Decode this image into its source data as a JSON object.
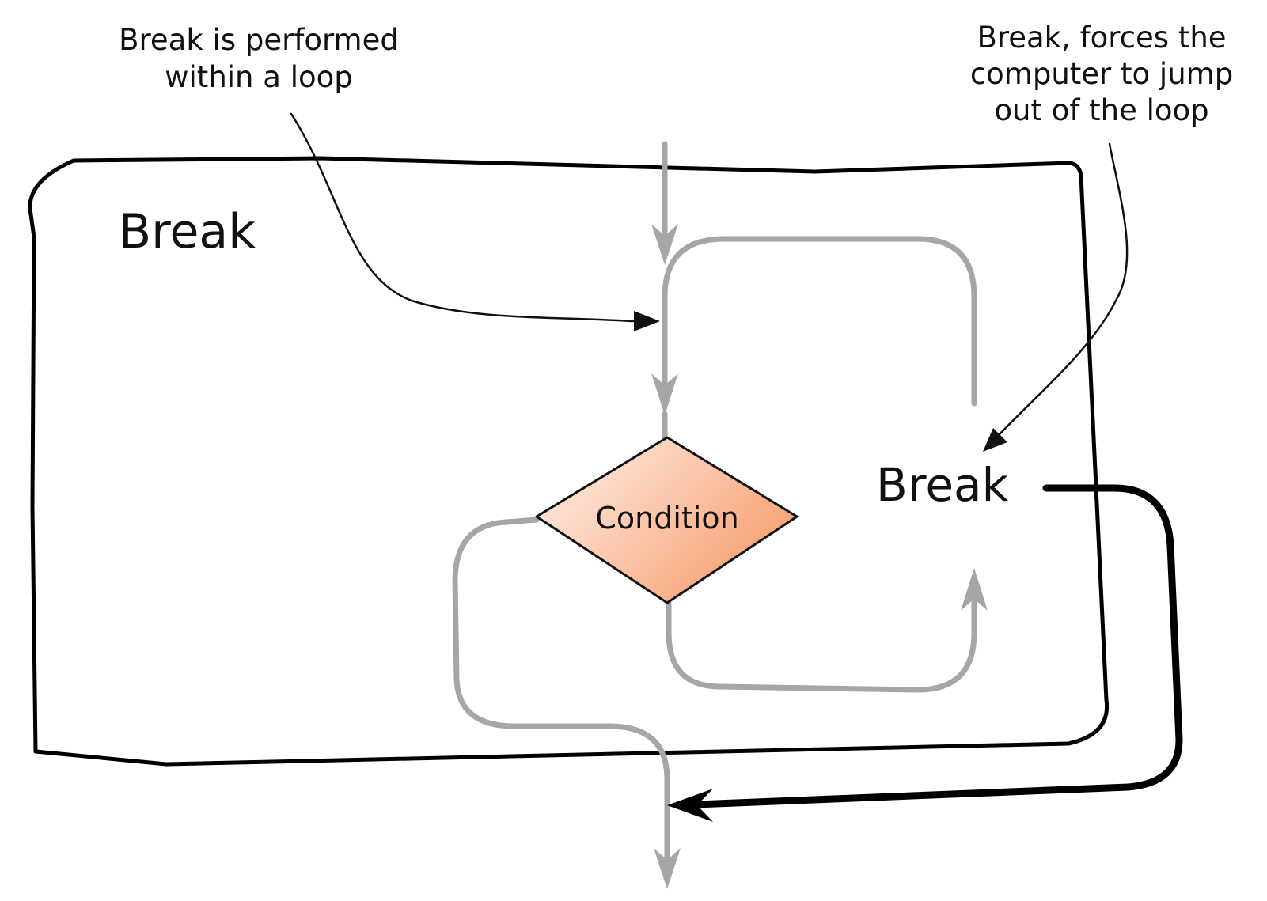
{
  "diagram": {
    "container_label": "Break",
    "break_statement_label": "Break",
    "decision_label": "Condition",
    "annotation_left": [
      "Break is performed",
      "within a loop"
    ],
    "annotation_right": [
      "Break, forces the",
      "computer to jump",
      "out of the loop"
    ]
  },
  "colors": {
    "loop_flow": "#a6a6a6",
    "outline": "#000000",
    "decision_fill_light": "#fff1ea",
    "decision_fill_dark": "#f7a57a"
  }
}
